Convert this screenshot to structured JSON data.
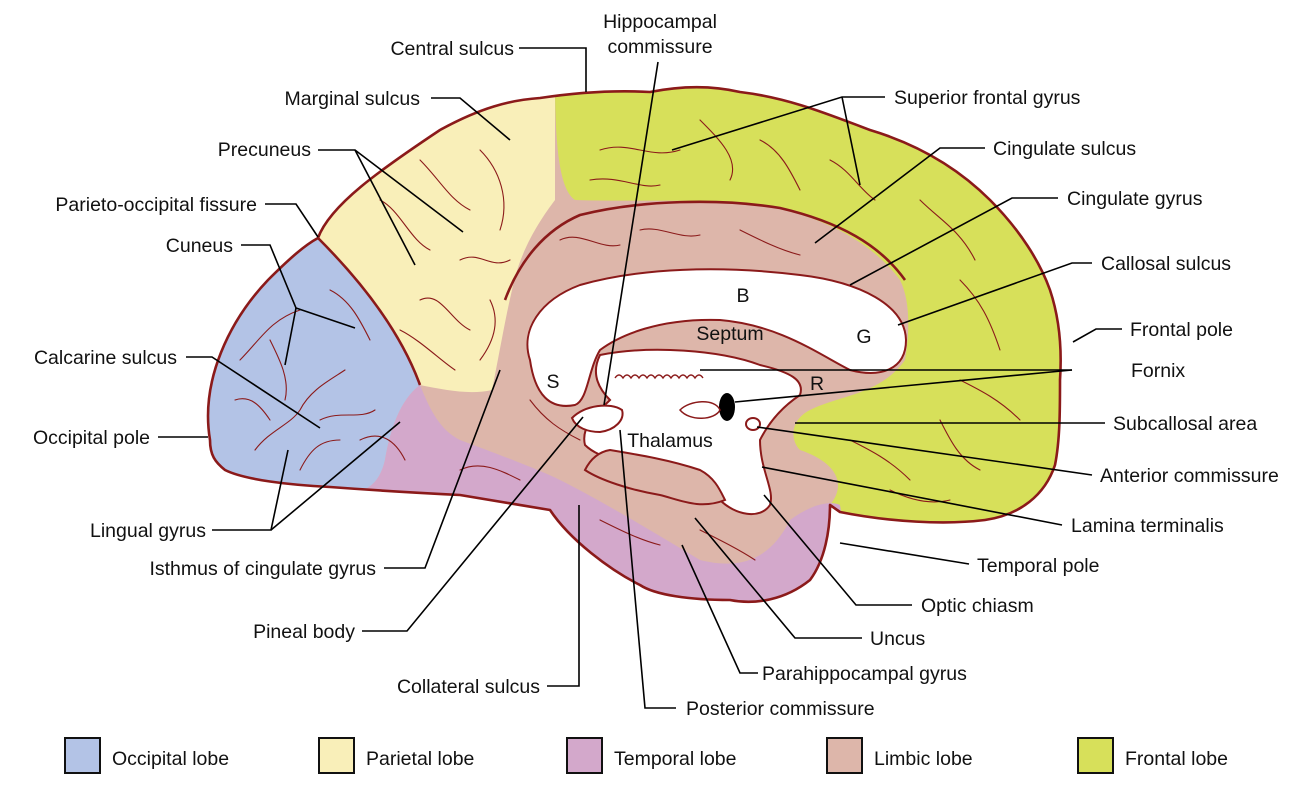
{
  "colors": {
    "occipital": "#b3c3e6",
    "parietal": "#f9efb9",
    "temporal": "#d3a8cb",
    "limbic": "#ddb6aa",
    "frontal": "#d7e05a",
    "outline": "#8b1a1a"
  },
  "labels": {
    "central_sulcus": "Central sulcus",
    "hippocampal_commissure_1": "Hippocampal",
    "hippocampal_commissure_2": "commissure",
    "marginal_sulcus": "Marginal sulcus",
    "superior_frontal_gyrus": "Superior frontal gyrus",
    "precuneus": "Precuneus",
    "cingulate_sulcus": "Cingulate sulcus",
    "parieto_occipital_fissure": "Parieto-occipital fissure",
    "cingulate_gyrus": "Cingulate gyrus",
    "cuneus": "Cuneus",
    "callosal_sulcus": "Callosal sulcus",
    "frontal_pole": "Frontal pole",
    "calcarine_sulcus": "Calcarine sulcus",
    "fornix": "Fornix",
    "occipital_pole": "Occipital pole",
    "subcallosal_area": "Subcallosal area",
    "anterior_commissure": "Anterior commissure",
    "lingual_gyrus": "Lingual gyrus",
    "lamina_terminalis": "Lamina terminalis",
    "isthmus_cingulate": "Isthmus of cingulate gyrus",
    "temporal_pole": "Temporal pole",
    "optic_chiasm": "Optic chiasm",
    "pineal_body": "Pineal body",
    "uncus": "Uncus",
    "parahippocampal_gyrus": "Parahippocampal gyrus",
    "collateral_sulcus": "Collateral sulcus",
    "posterior_commissure": "Posterior commissure"
  },
  "inner_labels": {
    "b": "B",
    "septum": "Septum",
    "g": "G",
    "s": "S",
    "r": "R",
    "thalamus": "Thalamus"
  },
  "legend": [
    {
      "label": "Occipital lobe",
      "color": "#b3c3e6"
    },
    {
      "label": "Parietal lobe",
      "color": "#f9efb9"
    },
    {
      "label": "Temporal lobe",
      "color": "#d3a8cb"
    },
    {
      "label": "Limbic lobe",
      "color": "#ddb6aa"
    },
    {
      "label": "Frontal lobe",
      "color": "#d7e05a"
    }
  ]
}
